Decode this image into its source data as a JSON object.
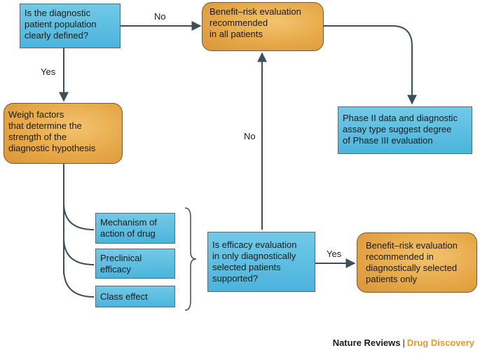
{
  "nodes": {
    "q_defined": "Is the diagnostic\npatient population\nclearly defined?",
    "br_all": "Benefit–risk evaluation\nrecommended\nin all patients",
    "weigh": "Weigh factors\nthat determine the\nstrength of the\ndiagnostic hypothesis",
    "phase2": "Phase II data and diagnostic\nassay type suggest degree\nof Phase III evaluation",
    "mechanism": "Mechanism of\naction of drug",
    "preclinical": "Preclinical\nefficacy",
    "class_effect": "Class effect",
    "q_efficacy": "Is efficacy evaluation\nin only diagnostically\nselected patients\nsupported?",
    "br_selected": "Benefit–risk evaluation\nrecommended in\ndiagnostically selected\npatients only"
  },
  "edge_labels": {
    "no_top": "No",
    "yes_left": "Yes",
    "no_middle": "No",
    "yes_right": "Yes"
  },
  "footer": {
    "journal": "Nature Reviews",
    "separator": "|",
    "section": "Drug Discovery"
  },
  "colors": {
    "box_blue": "#4bb4dc",
    "box_orange": "#e6a848",
    "line": "#3d4f57",
    "accent": "#e39a2d"
  }
}
